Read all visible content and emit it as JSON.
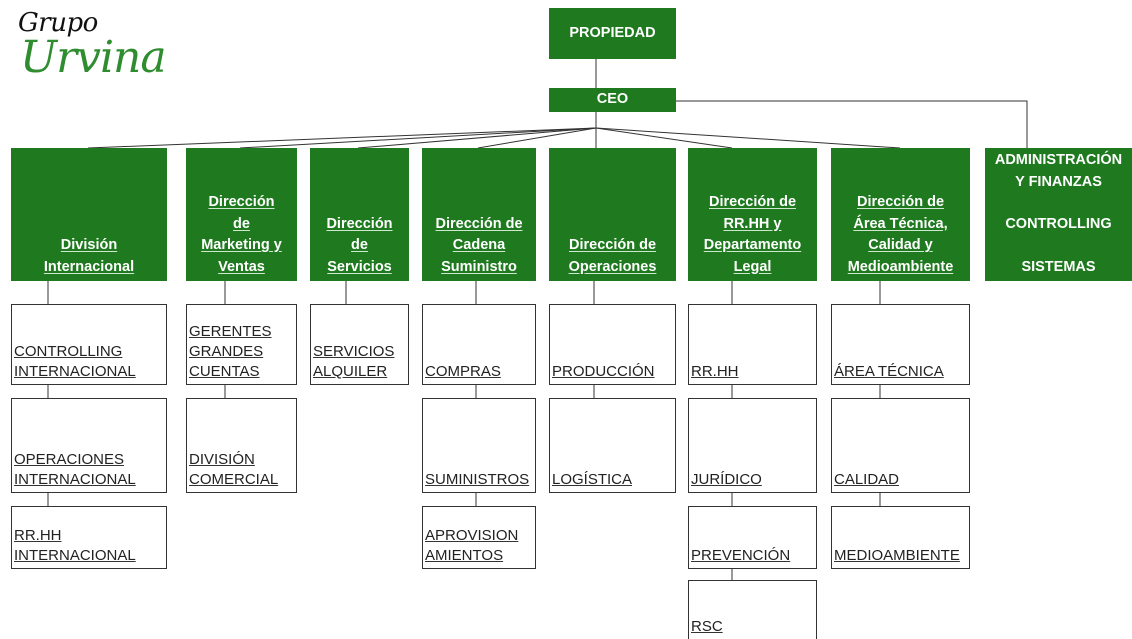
{
  "logo": {
    "top": "Grupo",
    "bottom": "Urvina",
    "color": "#2f8c2f"
  },
  "colors": {
    "box_green": "#1f7a1f",
    "line": "#333333"
  },
  "top": {
    "owner": "PROPIEDAD",
    "ceo": "CEO"
  },
  "divisions": [
    {
      "title": "División\nInternacional",
      "subs": [
        "CONTROLLING\nINTERNACIONAL",
        "OPERACIONES\nINTERNACIONAL",
        "RR.HH\nINTERNACIONAL"
      ]
    },
    {
      "title": "Dirección\nde\nMarketing y\nVentas",
      "subs": [
        "GERENTES\nGRANDES\nCUENTAS",
        "DIVISIÓN\nCOMERCIAL"
      ]
    },
    {
      "title": "Dirección\nde\nServicios",
      "subs": [
        "SERVICIOS\nALQUILER"
      ]
    },
    {
      "title": "Dirección de\nCadena\nSuministro",
      "subs": [
        "COMPRAS",
        "SUMINISTROS",
        "APROVISION\nAMIENTOS"
      ]
    },
    {
      "title": "Dirección de\nOperaciones",
      "subs": [
        "PRODUCCIÓN",
        "LOGÍSTICA"
      ]
    },
    {
      "title": "Dirección de\nRR.HH y\nDepartamento\nLegal",
      "subs": [
        "RR.HH",
        "JURÍDICO",
        "PREVENCIÓN",
        "RSC"
      ]
    },
    {
      "title": "Dirección de\nÁrea Técnica,\nCalidad y\nMedioambiente",
      "subs": [
        "ÁREA TÉCNICA",
        "CALIDAD",
        "MEDIOAMBIENTE"
      ]
    }
  ],
  "admin": {
    "lines": [
      "ADMINISTRACIÓN\nY FINANZAS",
      "CONTROLLING",
      "SISTEMAS"
    ]
  }
}
